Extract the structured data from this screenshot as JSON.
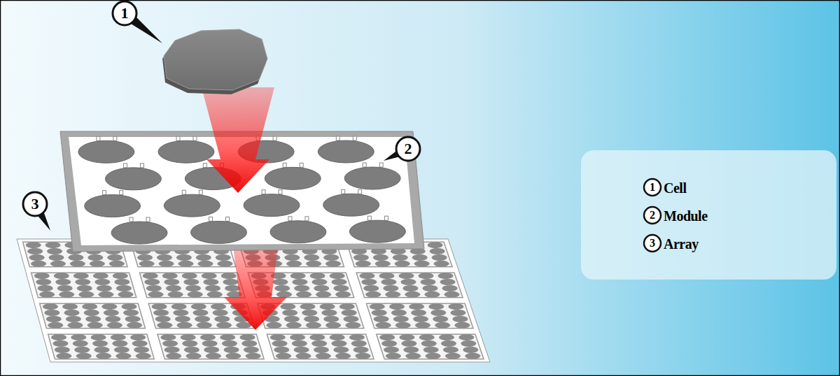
{
  "diagram": {
    "labels": [
      "1",
      "2",
      "3",
      "1",
      "Cell",
      "2",
      "Module",
      "3",
      "Array"
    ]
  }
}
